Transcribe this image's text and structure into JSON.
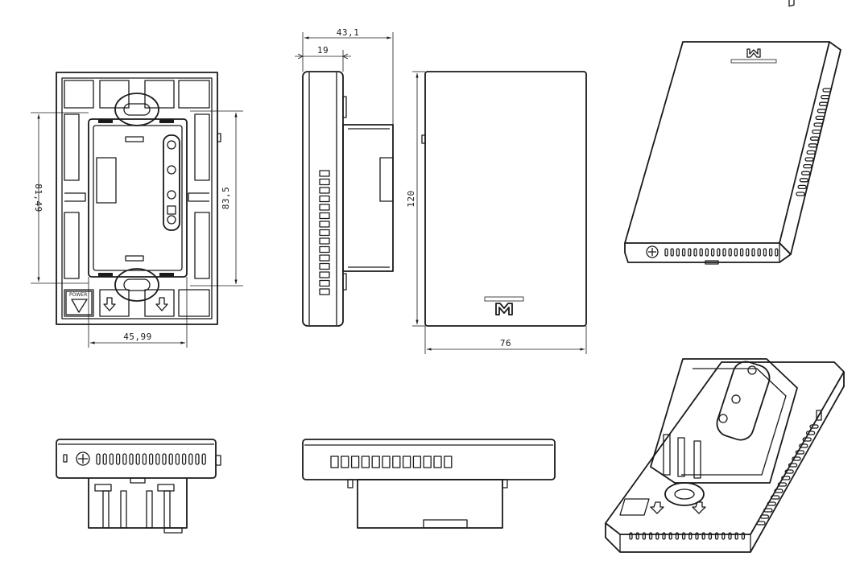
{
  "dimensions": {
    "total_depth": "43,1",
    "front_depth": "19",
    "mount_height_left": "81,49",
    "mount_height_right": "83,5",
    "mount_width": "45,99",
    "device_height": "120",
    "device_width": "76"
  },
  "labels": {
    "power_mark": "POWER"
  },
  "colors": {
    "line": "#1a1a1a",
    "background": "#ffffff"
  },
  "icons": [
    "brand-logo-icon",
    "screw-icon",
    "arrow-down-icon"
  ]
}
